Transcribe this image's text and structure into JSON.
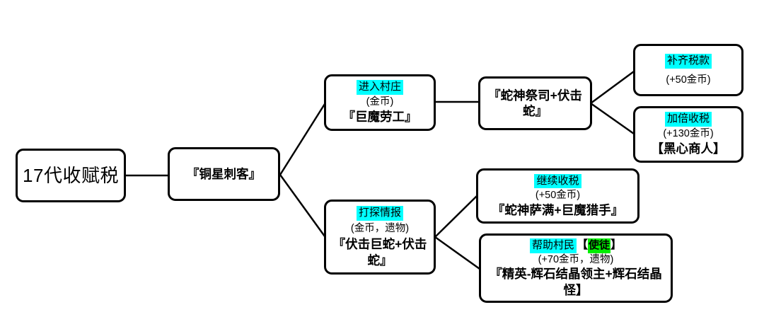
{
  "palette": {
    "cyan": "#00ffff",
    "green": "#00ee00",
    "line": "#000000"
  },
  "nodes": {
    "root": {
      "label": "17代收赋税"
    },
    "assassin": {
      "label": "『铜星刺客』"
    },
    "enter_village": {
      "choice": "进入村庄",
      "reward": "(金币)",
      "battle": "『巨魔劳工』"
    },
    "priest": {
      "label": "『蛇神祭司+伏击蛇』"
    },
    "pay_tax": {
      "choice": "补齐税款",
      "reward": "(+50金币)"
    },
    "double_tax": {
      "choice": "加倍收税",
      "reward": "(+130金币)",
      "battle": "【黑心商人】"
    },
    "scout": {
      "choice": "打探情报",
      "reward": "(金币，遗物)",
      "battle": "『伏击巨蛇+伏击蛇』"
    },
    "continue_tax": {
      "choice": "继续收税",
      "reward": "(+50金币)",
      "battle": "『蛇神萨满+巨魔猎手』"
    },
    "help_villagers": {
      "choice": "帮助村民",
      "tag_open": "【",
      "tag": "使徒",
      "tag_close": "】",
      "reward": "(+70金币，遗物)",
      "battle": "『精英-辉石结晶领主+辉石结晶怪】"
    }
  }
}
